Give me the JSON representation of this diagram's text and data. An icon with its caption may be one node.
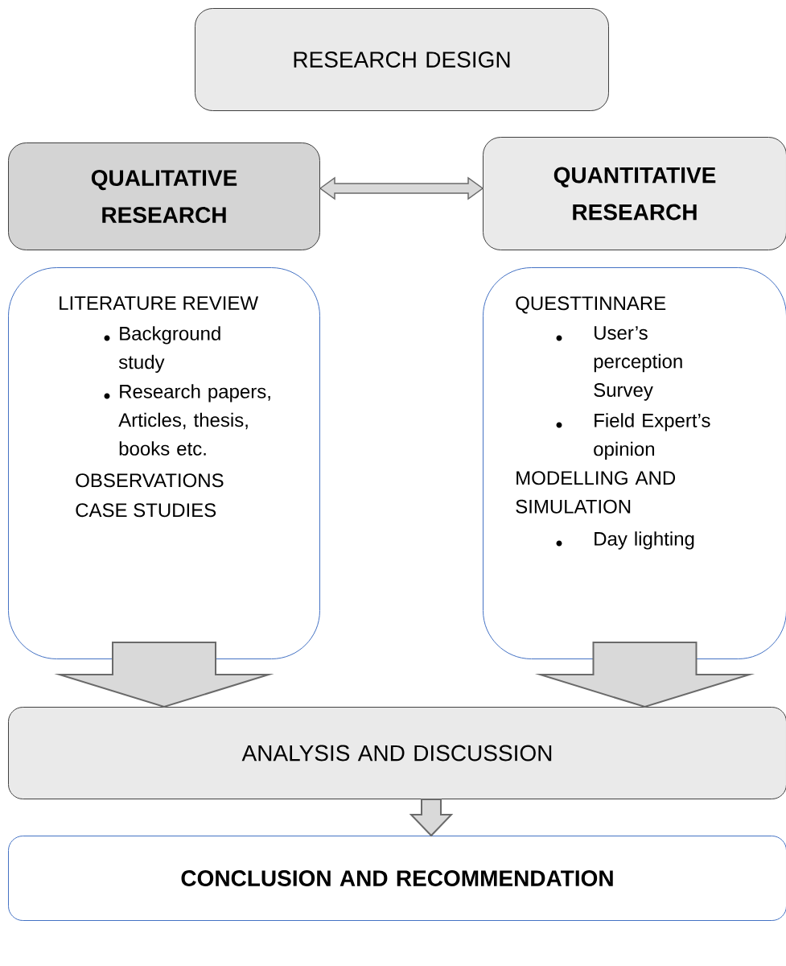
{
  "diagram": {
    "nodes": [
      {
        "text": [
          "RESEARCH DESIGN"
        ]
      },
      {
        "text": [
          "QUALITATIVE RESEARCH"
        ]
      },
      {
        "text": [
          "QUANTITATIVE RESEARCH"
        ]
      },
      {
        "text": [
          "LITERATURE REVIEW",
          "Background study",
          "Research papers, Articles, thesis, books etc.",
          "OBSERVATIONS",
          "CASE STUDIES"
        ]
      },
      {
        "text": [
          "QUESTTINNARE",
          "User’s perception Survey",
          "Field Expert’s opinion",
          "MODELLING AND SIMULATION",
          "Day lighting"
        ]
      },
      {
        "text": [
          "ANALYSIS AND DISCUSSION"
        ]
      },
      {
        "text": [
          "CONCLUSION AND RECOMMENDATION"
        ]
      }
    ],
    "edges": [
      {
        "from": 1,
        "to": 2,
        "arrow": "both"
      },
      {
        "from": 3,
        "to": 5,
        "arrow": "to"
      },
      {
        "from": 4,
        "to": 5,
        "arrow": "to"
      },
      {
        "from": 5,
        "to": 6,
        "arrow": "to"
      }
    ]
  }
}
